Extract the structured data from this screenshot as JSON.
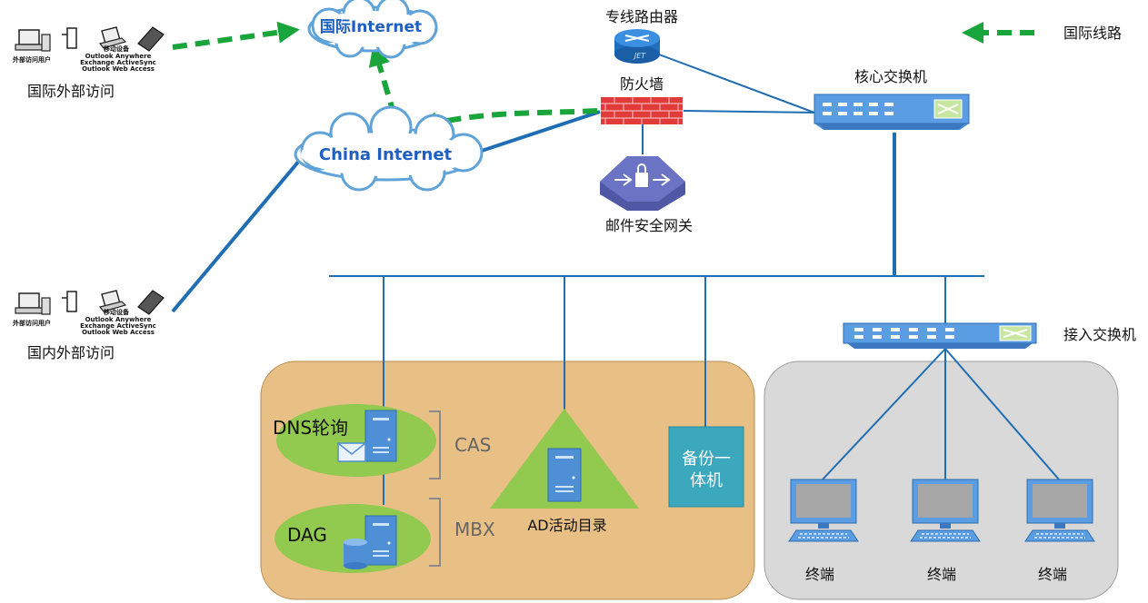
{
  "clouds": {
    "intl": "国际Internet",
    "china": "China Internet"
  },
  "access_groups": [
    {
      "title": "国际外部访问",
      "device_labels": {
        "external_users": "外部访问用户",
        "mobile": "移动设备",
        "line1": "Outlook Anywhere",
        "line2": "Exchange ActiveSync",
        "line3": "Outlook Web Access"
      }
    },
    {
      "title": "国内外部访问",
      "device_labels": {
        "external_users": "外部访问用户",
        "mobile": "移动设备",
        "line1": "Outlook Anywhere",
        "line2": "Exchange ActiveSync",
        "line3": "Outlook Web Access"
      }
    }
  ],
  "nodes": {
    "router": "专线路由器",
    "router_badge": "JET",
    "firewall": "防火墙",
    "mail_gateway": "邮件安全网关",
    "core_switch": "核心交换机",
    "access_switch": "接入交换机"
  },
  "legend": {
    "intl_line": "国际线路"
  },
  "server_zone": {
    "dns": "DNS轮询",
    "cas": "CAS",
    "dag": "DAG",
    "mbx": "MBX",
    "ad": "AD活动目录",
    "backup_line1": "备份一",
    "backup_line2": "体机"
  },
  "terminals": [
    "终端",
    "终端",
    "终端"
  ],
  "colors": {
    "green_route": "#1aa53c",
    "link_blue": "#1f6db3",
    "server_zone_bg": "#e8bf84",
    "client_zone_bg": "#d9d9d9",
    "ellipse_green": "#92c94f",
    "backup_box": "#3ba8be"
  }
}
